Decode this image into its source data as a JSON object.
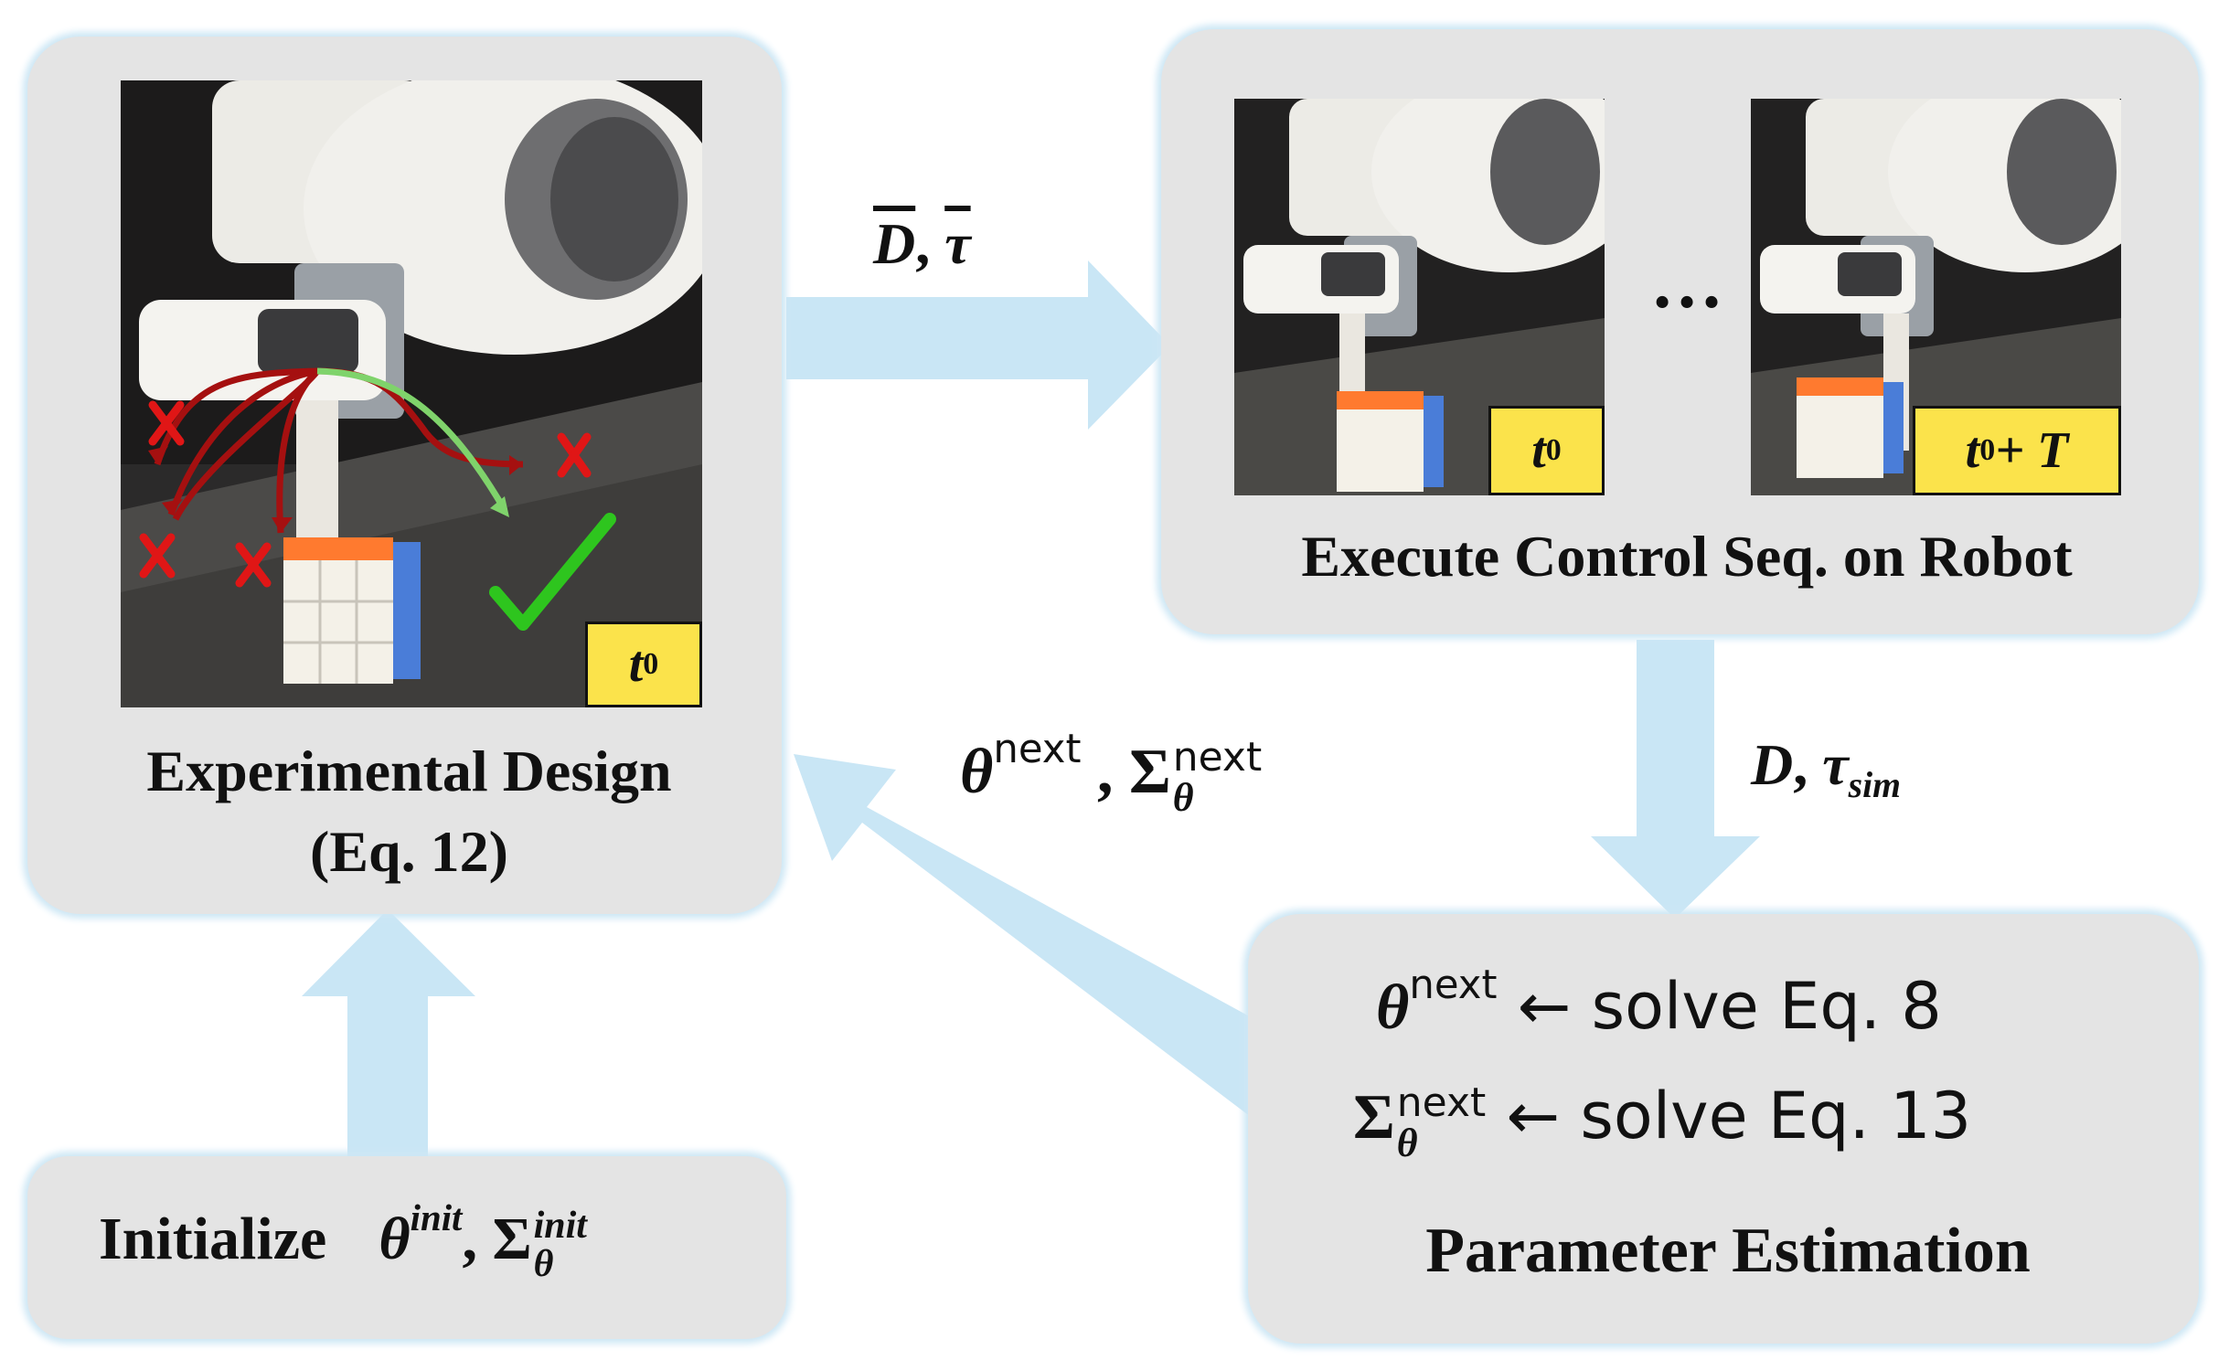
{
  "experimental_design": {
    "caption_line1": "Experimental Design",
    "caption_line2": "(Eq. 12)",
    "time_badge": "t",
    "time_badge_sub": "0"
  },
  "execute": {
    "caption": "Execute Control Seq. on Robot",
    "ellipsis": "…",
    "badge_start": "t",
    "badge_start_sub": "0",
    "badge_end": "t",
    "badge_end_sub": "0",
    "badge_end_suffix": " + T"
  },
  "transfer_label": {
    "symbol_d": "D",
    "separator": ", ",
    "symbol_tau": "τ"
  },
  "data_label": {
    "symbol_d": "D",
    "separator": ", ",
    "symbol_tau": "τ",
    "tau_sub": "sim"
  },
  "feedback_label": {
    "theta": "θ",
    "theta_sup": "next",
    "separator": " , ",
    "sigma": "Σ",
    "sigma_sup": "next",
    "sigma_sub": "θ"
  },
  "parameter_estimation": {
    "line1_symbol": "θ",
    "line1_sup": "next",
    "line1_text": " ← solve Eq. 8",
    "line2_symbol": "Σ",
    "line2_sup": "next",
    "line2_sub": "θ",
    "line2_text": " ← solve Eq. 13",
    "caption": "Parameter Estimation"
  },
  "initialize": {
    "label": "Initialize",
    "theta": "θ",
    "theta_sup": "init",
    "separator": ", ",
    "sigma": "Σ",
    "sigma_sup": "init",
    "sigma_sub": "θ"
  },
  "colors": {
    "panel_bg": "#e4e4e4",
    "arrow": "#c9e6f5",
    "badge": "#fbe34b",
    "fail_arrow": "#a51010",
    "success_arrow": "#7fd36b",
    "fail_mark": "#e01616",
    "success_mark": "#2ec51e"
  }
}
